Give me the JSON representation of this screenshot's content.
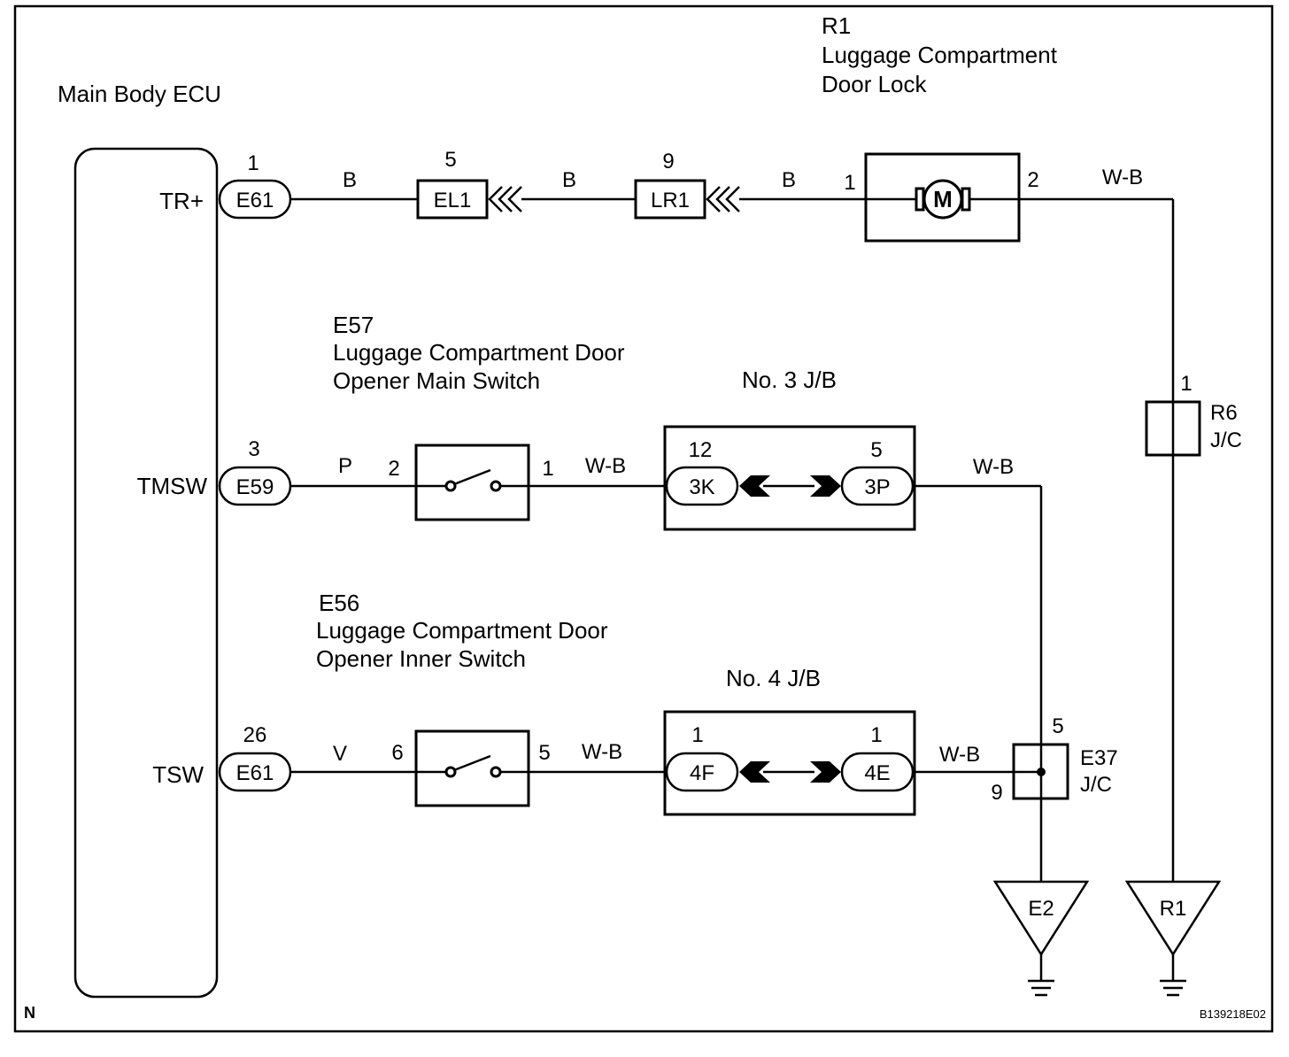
{
  "ecu": {
    "title": "Main Body ECU",
    "pins": {
      "tr": "TR+",
      "tmsw": "TMSW",
      "tsw": "TSW"
    }
  },
  "connectors": {
    "e61_top": {
      "label": "E61",
      "pin": "1"
    },
    "e59": {
      "label": "E59",
      "pin": "3"
    },
    "e61_bot": {
      "label": "E61",
      "pin": "26"
    },
    "el1": {
      "label": "EL1",
      "pin": "5"
    },
    "lr1": {
      "label": "LR1",
      "pin": "9"
    }
  },
  "wires": {
    "b1": "B",
    "b2": "B",
    "b3": "B",
    "wb_motor": "W-B",
    "p": "P",
    "wb_main": "W-B",
    "wb_3p": "W-B",
    "v": "V",
    "wb_inner": "W-B",
    "wb_4e": "W-B"
  },
  "door_lock": {
    "code": "R1",
    "name_line1": "Luggage Compartment",
    "name_line2": "Door Lock",
    "pin_in": "1",
    "pin_out": "2",
    "motor": "M"
  },
  "main_switch": {
    "code": "E57",
    "name_line1": "Luggage Compartment Door",
    "name_line2": "Opener Main Switch",
    "pin_in": "2",
    "pin_out": "1"
  },
  "inner_switch": {
    "code": "E56",
    "name_line1": "Luggage Compartment Door",
    "name_line2": "Opener Inner Switch",
    "pin_in": "6",
    "pin_out": "5"
  },
  "jb3": {
    "title": "No. 3 J/B",
    "left_label": "3K",
    "left_pin": "12",
    "right_label": "3P",
    "right_pin": "5"
  },
  "jb4": {
    "title": "No. 4 J/B",
    "left_label": "4F",
    "left_pin": "1",
    "right_label": "4E",
    "right_pin": "1"
  },
  "jc_r6": {
    "line1": "R6",
    "line2": "J/C",
    "pin": "1"
  },
  "jc_e37": {
    "line1": "E37",
    "line2": "J/C",
    "pin_top": "5",
    "pin_left": "9"
  },
  "grounds": {
    "e2": "E2",
    "r1": "R1"
  },
  "footer": {
    "corner": "N",
    "ref": "B139218E02"
  }
}
